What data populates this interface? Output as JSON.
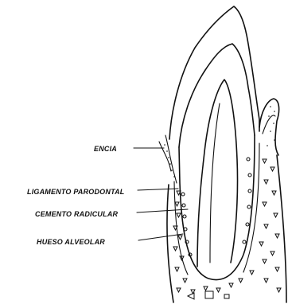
{
  "labels": {
    "gum": "ENCIA",
    "ligament": "LIGAMENTO PARODONTAL",
    "cementum": "CEMENTO RADICULAR",
    "bone": "HUESO ALVEOLAR"
  }
}
